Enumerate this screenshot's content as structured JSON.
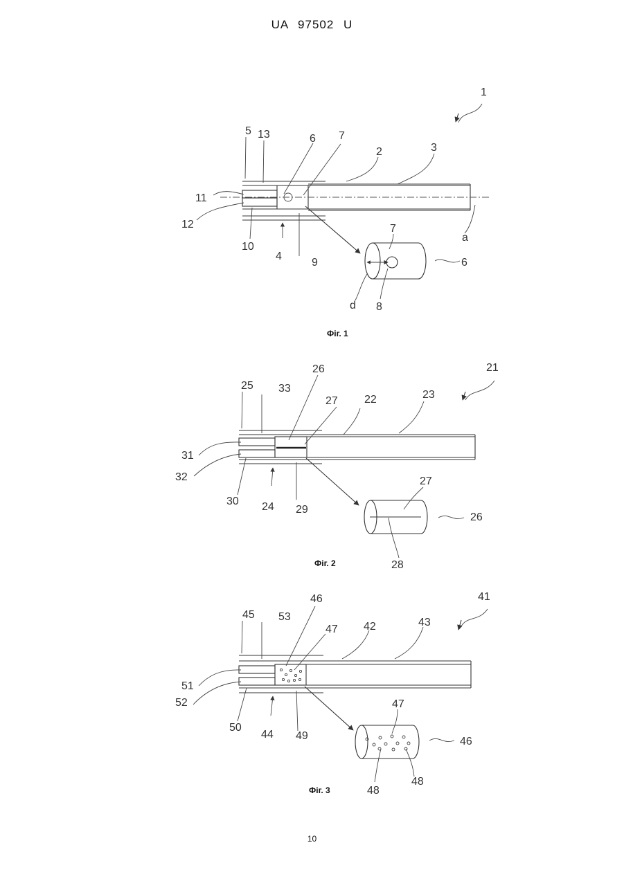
{
  "header": {
    "doc_id": "UA  97502  U"
  },
  "page_number": "10",
  "figures": [
    {
      "caption": "Фіг. 1",
      "labels": {
        "n1": "1",
        "n2": "2",
        "n3": "3",
        "n4": "4",
        "n5": "5",
        "n6": "6",
        "n6b": "6",
        "n7": "7",
        "n7b": "7",
        "n8": "8",
        "n9": "9",
        "n10": "10",
        "n11": "11",
        "n12": "12",
        "n13": "13",
        "a": "a",
        "d": "d"
      }
    },
    {
      "caption": "Фіг. 2",
      "labels": {
        "n21": "21",
        "n22": "22",
        "n23": "23",
        "n24": "24",
        "n25": "25",
        "n26": "26",
        "n26b": "26",
        "n27": "27",
        "n27b": "27",
        "n28": "28",
        "n29": "29",
        "n30": "30",
        "n31": "31",
        "n32": "32",
        "n33": "33"
      }
    },
    {
      "caption": "Фіг. 3",
      "labels": {
        "n41": "41",
        "n42": "42",
        "n43": "43",
        "n44": "44",
        "n45": "45",
        "n46": "46",
        "n46b": "46",
        "n47": "47",
        "n47b": "47",
        "n48": "48",
        "n48b": "48",
        "n49": "49",
        "n50": "50",
        "n51": "51",
        "n52": "52",
        "n53": "53"
      }
    }
  ]
}
